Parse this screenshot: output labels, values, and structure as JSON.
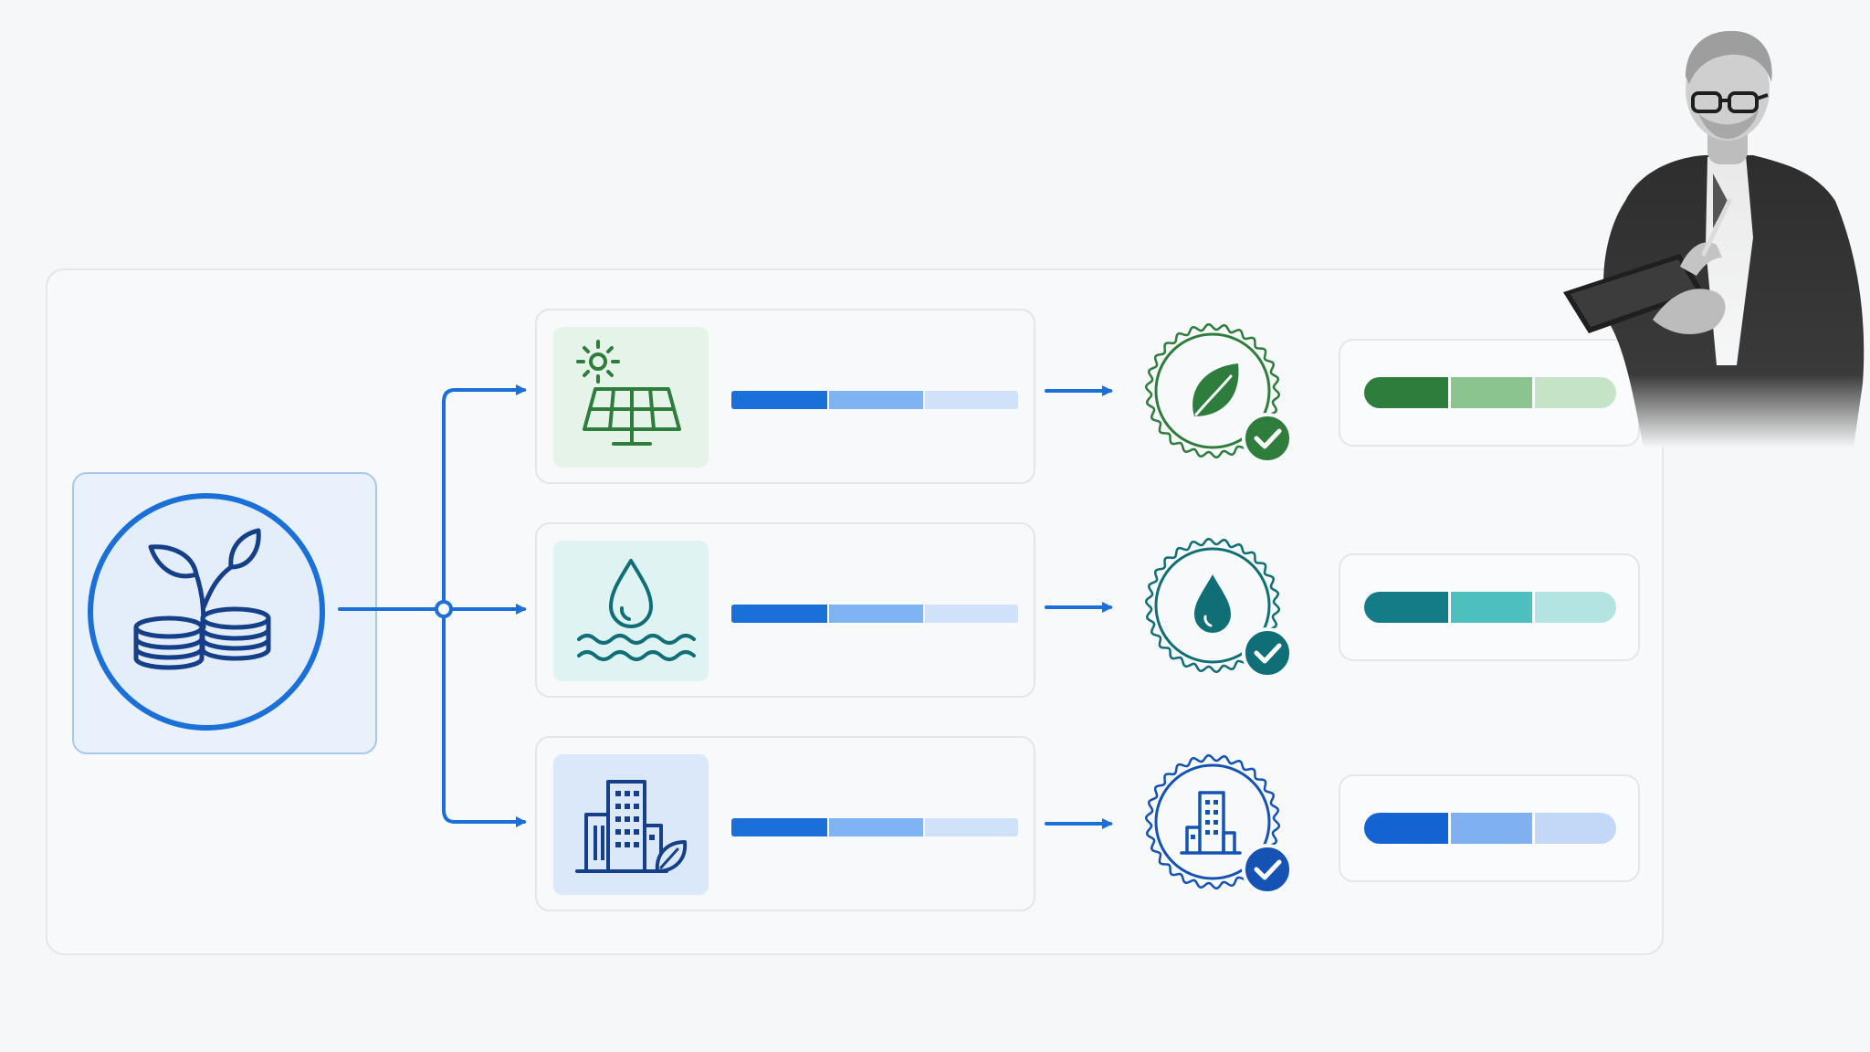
{
  "canvas": {
    "background": "#f6f7f8"
  },
  "source": {
    "icon": "plant-coins-icon",
    "ring_color": "#1a6fd8",
    "card_fill": "#e8f1fc"
  },
  "flows": [
    {
      "id": "solar",
      "icon": "solar-panel-icon",
      "tile_color": "#e6f3e8",
      "icon_color": "#2e7d3c",
      "progress_segments": [
        "#1a6fd8",
        "#7fb4f2",
        "#cfe2fa"
      ],
      "progress_fractions": [
        0.34,
        0.33,
        0.33
      ],
      "seal_icon": "leaf-seal-icon",
      "seal_color": "#2e7d3c",
      "check_icon": "check-badge-icon",
      "result_segments": [
        "#2e7d3c",
        "#8cc48f",
        "#c5e3c7"
      ],
      "result_fractions": [
        0.34,
        0.33,
        0.33
      ]
    },
    {
      "id": "water",
      "icon": "water-drop-waves-icon",
      "tile_color": "#dff3f2",
      "icon_color": "#0f6e76",
      "progress_segments": [
        "#1a6fd8",
        "#7fb4f2",
        "#cfe2fa"
      ],
      "progress_fractions": [
        0.34,
        0.33,
        0.33
      ],
      "seal_icon": "water-drop-seal-icon",
      "seal_color": "#0f6e76",
      "check_icon": "check-badge-icon",
      "result_segments": [
        "#137c86",
        "#4dbfbf",
        "#b3e4e2"
      ],
      "result_fractions": [
        0.34,
        0.33,
        0.33
      ]
    },
    {
      "id": "building",
      "icon": "green-building-icon",
      "tile_color": "#dbe8f9",
      "icon_color": "#1452b4",
      "progress_segments": [
        "#1a6fd8",
        "#7fb4f2",
        "#cfe2fa"
      ],
      "progress_fractions": [
        0.34,
        0.33,
        0.33
      ],
      "seal_icon": "building-seal-icon",
      "seal_color": "#1452b4",
      "check_icon": "check-badge-icon",
      "result_segments": [
        "#1463d2",
        "#7fb0f0",
        "#c3d7f7"
      ],
      "result_fractions": [
        0.34,
        0.33,
        0.33
      ]
    }
  ],
  "connector_color": "#1a6fd8",
  "person": {
    "icon": "businessman-with-tablet-photo"
  }
}
